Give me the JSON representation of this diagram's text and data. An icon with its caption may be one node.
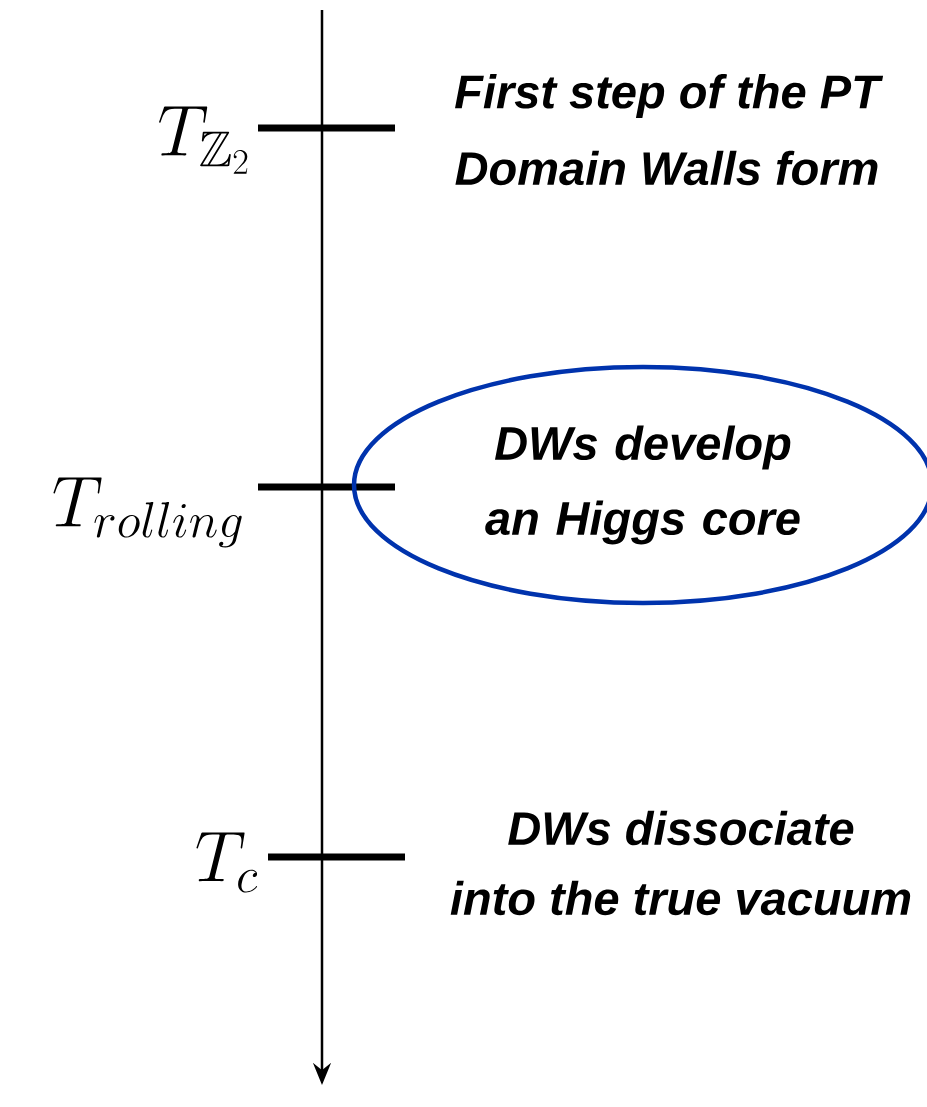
{
  "diagram": {
    "nodes": [
      {
        "text": [
          "DWs develop an Higgs core"
        ]
      }
    ],
    "labels": [
      "T_{\\mathbb{Z}_2}",
      "First step of the PT",
      "Domain Walls form",
      "T_{rolling}",
      "T_c",
      "DWs dissociate",
      "into the true vacuum"
    ]
  }
}
